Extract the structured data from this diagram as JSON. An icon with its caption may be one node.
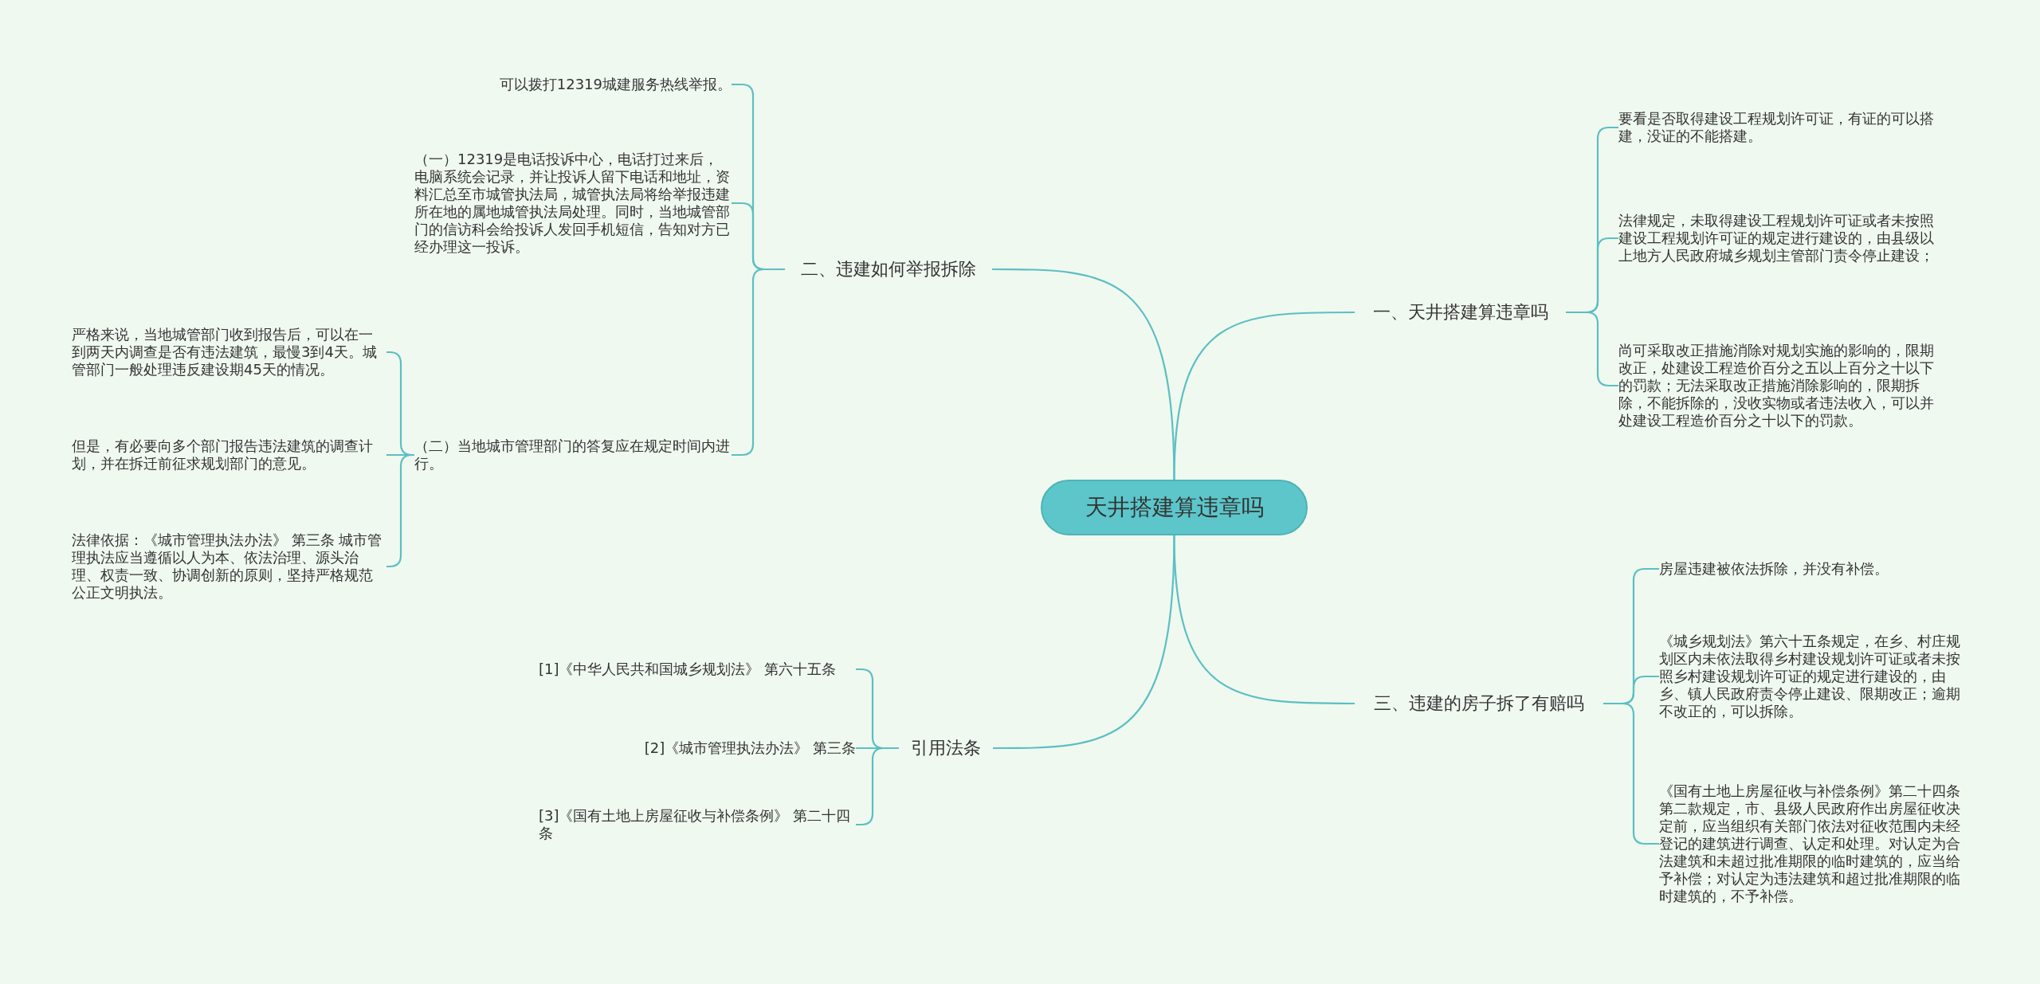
{
  "diagram": {
    "nodes": [
      {
        "text": [
          "天井搭建算违章吗"
        ]
      },
      {
        "text": [
          "二、违建如何举报拆除"
        ]
      },
      {
        "text": [
          "可以拨打12319城建服务热线举报。"
        ]
      },
      {
        "text": [
          "（一）12319是电话投诉中心，电话打过来后，电脑系统会记录，并让投诉人留下电话和地址，资料汇总至市城管执法局，城管执法局将给举报违建所在地的属地城管执法局处理。同时，当地城管部门的信访科会给投诉人发回手机短信，告知对方已经办理这一投诉。"
        ]
      },
      {
        "text": [
          "（二）当地城市管理部门的答复应在规定时间内进行。"
        ]
      },
      {
        "text": [
          "严格来说，当地城管部门收到报告后，可以在一到两天内调查是否有违法建筑，最慢3到4天。城管部门一般处理违反建设期45天的情况。"
        ]
      },
      {
        "text": [
          "但是，有必要向多个部门报告违法建筑的调查计划，并在拆迁前征求规划部门的意见。"
        ]
      },
      {
        "text": [
          "法律依据：《城市管理执法办法》 第三条 城市管理执法应当遵循以人为本、依法治理、源头治理、权责一致、协调创新的原则，坚持严格规范公正文明执法。"
        ]
      },
      {
        "text": [
          "一、天井搭建算违章吗"
        ]
      },
      {
        "text": [
          "要看是否取得建设工程规划许可证，有证的可以搭建，没证的不能搭建。"
        ]
      },
      {
        "text": [
          "法律规定，未取得建设工程规划许可证或者未按照建设工程规划许可证的规定进行建设的，由县级以上地方人民政府城乡规划主管部门责令停止建设；"
        ]
      },
      {
        "text": [
          "尚可采取改正措施消除对规划实施的影响的，限期改正，处建设工程造价百分之五以上百分之十以下的罚款；无法采取改正措施消除影响的，限期拆除，不能拆除的，没收实物或者违法收入，可以并处建设工程造价百分之十以下的罚款。"
        ]
      },
      {
        "text": [
          "三、违建的房子拆了有赔吗"
        ]
      },
      {
        "text": [
          "房屋违建被依法拆除，并没有补偿。"
        ]
      },
      {
        "text": [
          "《城乡规划法》第六十五条规定，在乡、村庄规划区内未依法取得乡村建设规划许可证或者未按照乡村建设规划许可证的规定进行建设的，由乡、镇人民政府责令停止建设、限期改正；逾期不改正的，可以拆除。"
        ]
      },
      {
        "text": [
          "《国有土地上房屋征收与补偿条例》第二十四条第二款规定，市、县级人民政府作出房屋征收决定前，应当组织有关部门依法对征收范围内未经登记的建筑进行调查、认定和处理。对认定为合法建筑和未超过批准期限的临时建筑的，应当给予补偿；对认定为违法建筑和超过批准期限的临时建筑的，不予补偿。"
        ]
      },
      {
        "text": [
          "引用法条"
        ]
      },
      {
        "text": [
          "[1]《中华人民共和国城乡规划法》 第六十五条"
        ]
      },
      {
        "text": [
          "[2]《城市管理执法办法》 第三条"
        ]
      },
      {
        "text": [
          "[3]《国有土地上房屋征收与补偿条例》 第二十四条"
        ]
      }
    ],
    "edges": [
      {
        "from": 0,
        "to": 1,
        "arrow": "none"
      },
      {
        "from": 1,
        "to": 2,
        "arrow": "none"
      },
      {
        "from": 1,
        "to": 3,
        "arrow": "none"
      },
      {
        "from": 1,
        "to": 4,
        "arrow": "none"
      },
      {
        "from": 4,
        "to": 5,
        "arrow": "none"
      },
      {
        "from": 4,
        "to": 6,
        "arrow": "none"
      },
      {
        "from": 4,
        "to": 7,
        "arrow": "none"
      },
      {
        "from": 0,
        "to": 8,
        "arrow": "none"
      },
      {
        "from": 8,
        "to": 9,
        "arrow": "none"
      },
      {
        "from": 8,
        "to": 10,
        "arrow": "none"
      },
      {
        "from": 8,
        "to": 11,
        "arrow": "none"
      },
      {
        "from": 0,
        "to": 12,
        "arrow": "none"
      },
      {
        "from": 12,
        "to": 13,
        "arrow": "none"
      },
      {
        "from": 12,
        "to": 14,
        "arrow": "none"
      },
      {
        "from": 12,
        "to": 15,
        "arrow": "none"
      },
      {
        "from": 0,
        "to": 16,
        "arrow": "none"
      },
      {
        "from": 16,
        "to": 17,
        "arrow": "none"
      },
      {
        "from": 16,
        "to": 18,
        "arrow": "none"
      },
      {
        "from": 16,
        "to": 19,
        "arrow": "none"
      }
    ]
  }
}
